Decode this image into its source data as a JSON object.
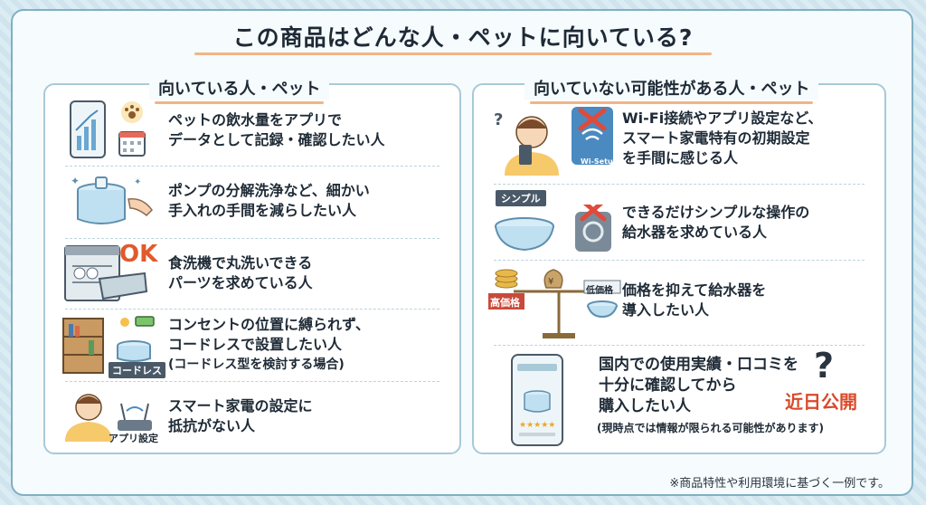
{
  "title": "この商品はどんな人・ペットに向いている?",
  "left": {
    "heading": "向いている人・ペット",
    "items": [
      {
        "lines": [
          "ペットの飲水量をアプリで",
          "データとして記録・確認したい人"
        ]
      },
      {
        "lines": [
          "ポンプの分解洗浄など、細かい",
          "手入れの手間を減らしたい人"
        ]
      },
      {
        "lines": [
          "食洗機で丸洗いできる",
          "パーツを求めている人"
        ],
        "badge": "OK"
      },
      {
        "lines": [
          "コンセントの位置に縛られず、",
          "コードレスで設置したい人",
          "(コードレス型を検討する場合)"
        ],
        "tag": "コードレス"
      },
      {
        "lines": [
          "スマート家電の設定に",
          "抵抗がない人"
        ],
        "tag": "アプリ設定"
      }
    ]
  },
  "right": {
    "heading": "向いていない可能性がある人・ペット",
    "items": [
      {
        "lines": [
          "Wi-Fi接続やアプリ設定など、",
          "スマート家電特有の初期設定",
          "を手間に感じる人"
        ],
        "tag": "Wi-Setup"
      },
      {
        "lines": [
          "できるだけシンプルな操作の",
          "給水器を求めている人"
        ],
        "tag": "シンプル"
      },
      {
        "lines": [
          "価格を抑えて給水器を",
          "導入したい人"
        ],
        "tag_high": "高価格",
        "tag_low": "低価格"
      },
      {
        "lines": [
          "国内での使用実績・口コミを",
          "十分に確認してから",
          "購入したい人"
        ],
        "note": "(現時点では情報が限られる可能性があります)",
        "badge": "近日公開"
      }
    ]
  },
  "footer": "※商品特性や利用環境に基づく一例です。"
}
